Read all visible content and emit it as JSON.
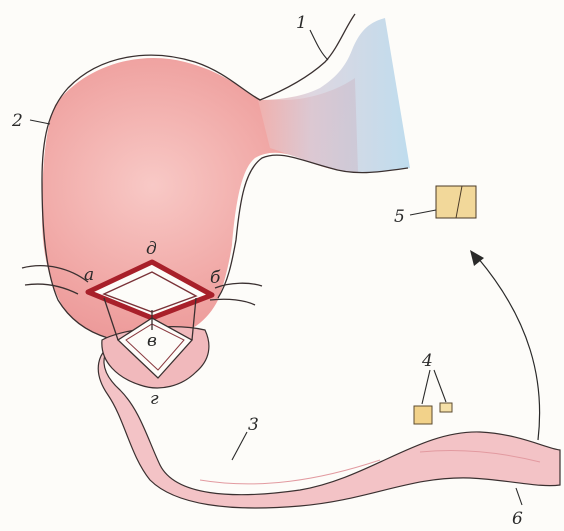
{
  "labels": {
    "esophagus": "1",
    "stomach": "2",
    "jejunal_loop": "3",
    "clips": "4",
    "specimen": "5",
    "distal_jejunum": "6",
    "point_a": "а",
    "point_b": "б",
    "point_v": "в",
    "point_g": "г",
    "point_d": "д"
  },
  "colors": {
    "stomach": "#ec9a9a",
    "esophagus": "#b8d8ec",
    "jejunum": "#f3c3c6",
    "suture": "#a8202a",
    "specimen": "#f2d89a"
  }
}
